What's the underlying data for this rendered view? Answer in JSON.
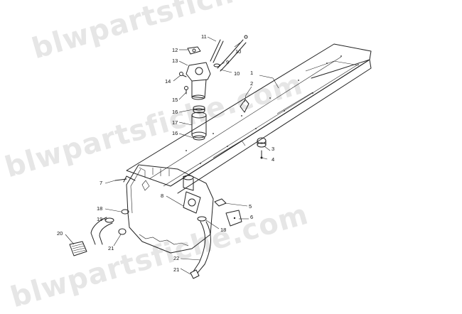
{
  "watermark": {
    "text_primary": "blwpartsfiche.com",
    "text_secondary": "blwpartsfiche.com",
    "text_tertiary": "blwpartsfiche.com"
  },
  "callouts": [
    {
      "id": "c1",
      "label": "1"
    },
    {
      "id": "c2",
      "label": "2"
    },
    {
      "id": "c3",
      "label": "3"
    },
    {
      "id": "c4",
      "label": "4"
    },
    {
      "id": "c5",
      "label": "5"
    },
    {
      "id": "c6",
      "label": "6"
    },
    {
      "id": "c7",
      "label": "7"
    },
    {
      "id": "c8",
      "label": "8"
    },
    {
      "id": "c9",
      "label": "9"
    },
    {
      "id": "c10a",
      "label": "10"
    },
    {
      "id": "c10b",
      "label": "10"
    },
    {
      "id": "c11",
      "label": "11"
    },
    {
      "id": "c12",
      "label": "12"
    },
    {
      "id": "c13",
      "label": "13"
    },
    {
      "id": "c14",
      "label": "14"
    },
    {
      "id": "c15",
      "label": "15"
    },
    {
      "id": "c16a",
      "label": "16"
    },
    {
      "id": "c16b",
      "label": "16"
    },
    {
      "id": "c17",
      "label": "17"
    },
    {
      "id": "c18a",
      "label": "18"
    },
    {
      "id": "c18b",
      "label": "18"
    },
    {
      "id": "c19",
      "label": "19"
    },
    {
      "id": "c20",
      "label": "20"
    },
    {
      "id": "c21a",
      "label": "21"
    },
    {
      "id": "c21b",
      "label": "21"
    },
    {
      "id": "c22",
      "label": "22"
    }
  ]
}
